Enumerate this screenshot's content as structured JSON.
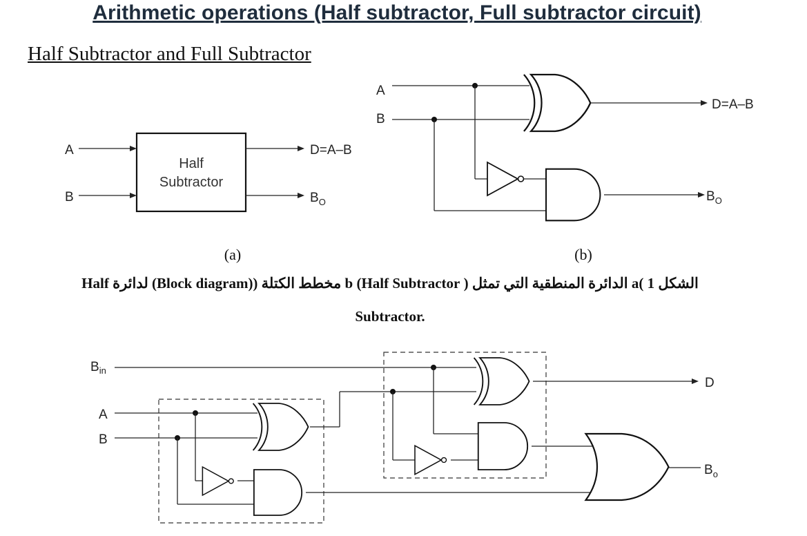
{
  "page": {
    "title": "Arithmetic operations (Half subtractor, Full subtractor circuit)",
    "section_title": "Half Subtractor and Full Subtractor"
  },
  "fig_a": {
    "label": "(a)",
    "box_line1": "Half",
    "box_line2": "Subtractor",
    "input_a": "A",
    "input_b": "B",
    "output_d": "D=A–B",
    "output_bo": "B",
    "output_bo_sub": "O"
  },
  "fig_b": {
    "label": "(b)",
    "input_a": "A",
    "input_b": "B",
    "output_d": "D=A–B",
    "output_bo": "B",
    "output_bo_sub": "O"
  },
  "caption": {
    "line1": "الشكل 1 )a الدائرة المنطقية التي تمثل ( Half Subtractor)  b مخطط الكتلة ((Block diagram)  لدائرة  Half",
    "line2": "Subtractor."
  },
  "fig_full": {
    "input_bin": "B",
    "input_bin_sub": "in",
    "input_a": "A",
    "input_b": "B",
    "output_d": "D",
    "output_bo": "B",
    "output_bo_sub": "o"
  }
}
